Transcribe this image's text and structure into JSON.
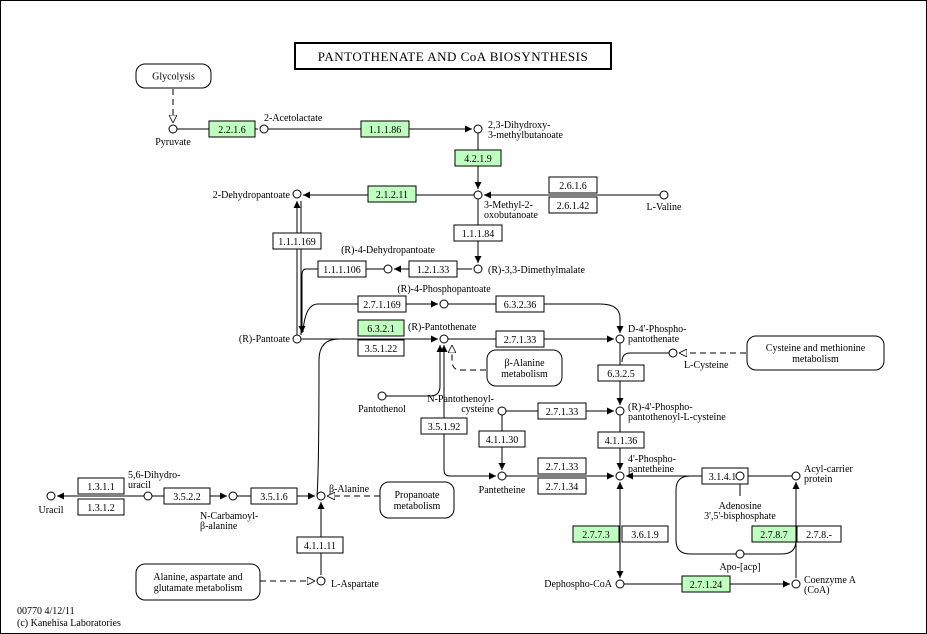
{
  "title": "PANTOTHENATE AND CoA BIOSYNTHESIS",
  "footer": {
    "line1": "00770 4/12/11",
    "line2": "(c) Kanehisa Laboratories"
  },
  "colors": {
    "found": "#bfffbf",
    "plain": "#ffffff"
  },
  "maps": [
    {
      "id": "glycolysis",
      "lines": [
        "Glycolysis"
      ]
    },
    {
      "id": "beta-alanine-met",
      "lines": [
        "β-Alanine",
        "metabolism"
      ]
    },
    {
      "id": "cys-met",
      "lines": [
        "Cysteine and methionine",
        "metabolism"
      ]
    },
    {
      "id": "propanoate",
      "lines": [
        "Propanoate",
        "metabolism"
      ]
    },
    {
      "id": "ala-asp-glu",
      "lines": [
        "Alanine, aspartate and",
        "glutamate metabolism"
      ]
    }
  ],
  "enzymes": [
    {
      "id": "e1",
      "label": "2.2.1.6",
      "found": true
    },
    {
      "id": "e2",
      "label": "1.1.1.86",
      "found": true
    },
    {
      "id": "e3",
      "label": "4.2.1.9",
      "found": true
    },
    {
      "id": "e4",
      "label": "2.1.2.11",
      "found": true
    },
    {
      "id": "e5",
      "label": "2.6.1.6",
      "found": false
    },
    {
      "id": "e6",
      "label": "2.6.1.42",
      "found": false
    },
    {
      "id": "e7",
      "label": "1.1.1.169",
      "found": false
    },
    {
      "id": "e8",
      "label": "1.1.1.84",
      "found": false
    },
    {
      "id": "e9",
      "label": "1.1.1.106",
      "found": false
    },
    {
      "id": "e10",
      "label": "1.2.1.33",
      "found": false
    },
    {
      "id": "e11",
      "label": "2.7.1.169",
      "found": false
    },
    {
      "id": "e12",
      "label": "6.3.2.36",
      "found": false
    },
    {
      "id": "e13",
      "label": "6.3.2.1",
      "found": true
    },
    {
      "id": "e14",
      "label": "3.5.1.22",
      "found": false
    },
    {
      "id": "e15",
      "label": "2.7.1.33",
      "found": false
    },
    {
      "id": "e16",
      "label": "6.3.2.5",
      "found": false
    },
    {
      "id": "e17",
      "label": "2.7.1.33",
      "found": false
    },
    {
      "id": "e18",
      "label": "4.1.1.30",
      "found": false
    },
    {
      "id": "e19",
      "label": "3.5.1.92",
      "found": false
    },
    {
      "id": "e20",
      "label": "4.1.1.36",
      "found": false
    },
    {
      "id": "e21",
      "label": "2.7.1.33",
      "found": false
    },
    {
      "id": "e22",
      "label": "2.7.1.34",
      "found": false
    },
    {
      "id": "e23",
      "label": "3.1.4.14",
      "found": false
    },
    {
      "id": "e24",
      "label": "1.3.1.1",
      "found": false
    },
    {
      "id": "e25",
      "label": "1.3.1.2",
      "found": false
    },
    {
      "id": "e26",
      "label": "3.5.2.2",
      "found": false
    },
    {
      "id": "e27",
      "label": "3.5.1.6",
      "found": false
    },
    {
      "id": "e28",
      "label": "4.1.1.11",
      "found": false
    },
    {
      "id": "e29",
      "label": "2.7.7.3",
      "found": true
    },
    {
      "id": "e30",
      "label": "3.6.1.9",
      "found": false
    },
    {
      "id": "e31",
      "label": "2.7.8.7",
      "found": true
    },
    {
      "id": "e32",
      "label": "2.7.8.-",
      "found": false
    },
    {
      "id": "e33",
      "label": "2.7.1.24",
      "found": true
    }
  ],
  "compounds": [
    {
      "id": "pyruvate",
      "lines": [
        "Pyruvate"
      ]
    },
    {
      "id": "acetolactate",
      "lines": [
        "2-Acetolactate"
      ]
    },
    {
      "id": "dihydroxy",
      "lines": [
        "2,3-Dihydroxy-",
        "3-methylbutanoate"
      ]
    },
    {
      "id": "methyloxo",
      "lines": [
        "3-Methyl-2-",
        "oxobutanoate"
      ]
    },
    {
      "id": "valine",
      "lines": [
        "L-Valine"
      ]
    },
    {
      "id": "dehydropantoate",
      "lines": [
        "2-Dehydropantoate"
      ]
    },
    {
      "id": "r4dehydro",
      "lines": [
        "(R)-4-Dehydropantoate"
      ]
    },
    {
      "id": "dimethylmalate",
      "lines": [
        "(R)-3,3-Dimethylmalate"
      ]
    },
    {
      "id": "r4phospho",
      "lines": [
        "(R)-4-Phosphopantoate"
      ]
    },
    {
      "id": "rpantoate",
      "lines": [
        "(R)-Pantoate"
      ]
    },
    {
      "id": "rpantothenate",
      "lines": [
        "(R)-Pantothenate"
      ]
    },
    {
      "id": "d4phospho",
      "lines": [
        "D-4'-Phospho-",
        "pantothenate"
      ]
    },
    {
      "id": "lcysteine",
      "lines": [
        "L-Cysteine"
      ]
    },
    {
      "id": "pantothenol",
      "lines": [
        "Pantothenol"
      ]
    },
    {
      "id": "npantothenoyl",
      "lines": [
        "N-Pantothenoyl-",
        "cysteine"
      ]
    },
    {
      "id": "r4phosphocys",
      "lines": [
        "(R)-4'-Phospho-",
        "pantothenoyl-L-cysteine"
      ]
    },
    {
      "id": "pantetheine",
      "lines": [
        "Pantetheine"
      ]
    },
    {
      "id": "phosphopantetheine",
      "lines": [
        "4'-Phospho-",
        "pantetheine"
      ]
    },
    {
      "id": "acp",
      "lines": [
        "Acyl-carrier",
        "protein"
      ]
    },
    {
      "id": "adenosine",
      "lines": [
        "Adenosine",
        "3',5'-bisphosphate"
      ]
    },
    {
      "id": "apoacp",
      "lines": [
        "Apo-[acp]"
      ]
    },
    {
      "id": "uracil",
      "lines": [
        "Uracil"
      ]
    },
    {
      "id": "dihydrouracil",
      "lines": [
        "5,6-Dihydro-",
        "uracil"
      ]
    },
    {
      "id": "ncarbamoyl",
      "lines": [
        "N-Carbamoyl-",
        "β-alanine"
      ]
    },
    {
      "id": "balanine",
      "lines": [
        "β-Alanine"
      ]
    },
    {
      "id": "laspartate",
      "lines": [
        "L-Aspartate"
      ]
    },
    {
      "id": "dephospho",
      "lines": [
        "Dephospho-CoA"
      ]
    },
    {
      "id": "coa",
      "lines": [
        "Coenzyme A",
        "(CoA)"
      ]
    }
  ]
}
